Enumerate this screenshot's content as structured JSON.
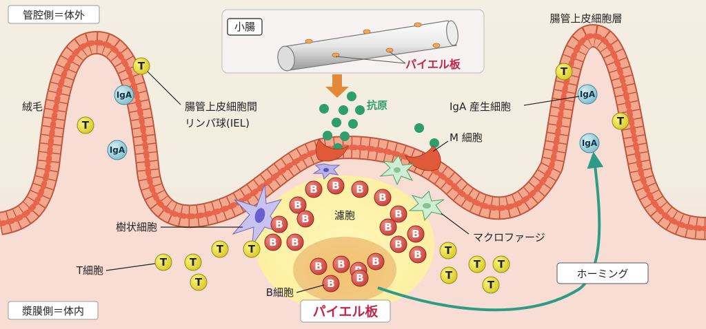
{
  "labels": {
    "lumen_side": "管腔側＝体外",
    "body_side": "漿膜側＝体内",
    "small_intestine": "小腸",
    "peyer_top": "パイエル板",
    "peyer_bottom": "パイエル板",
    "villus": "絨毛",
    "iel_line1": "腸管上皮細胞間",
    "iel_line2": "リンパ球(IEL)",
    "antigen": "抗原",
    "iga_cell": "IgA 産生細胞",
    "m_cell": "M 細胞",
    "epithelium": "腸管上皮細胞層",
    "follicle": "濾胞",
    "dendritic": "樹状細胞",
    "macrophage": "マクロファージ",
    "t_cell": "T細胞",
    "b_cell": "B細胞",
    "homing": "ホーミング"
  },
  "cell_text": {
    "t": "T",
    "b": "B",
    "iga": "IgA"
  },
  "colors": {
    "background_top": "#f4efe2",
    "background_bottom": "#f6ddd6",
    "epithelium": "#f1a58c",
    "t_cell": "#e8dd3c",
    "b_cell": "#d9524a",
    "iga_cell": "#9fd1dc",
    "antigen": "#2e9f6a",
    "follicle": "#fff3a8",
    "arrow_orange": "#e38a3a",
    "homing_arrow": "#2f9b86",
    "peyer_text": "#c4264a"
  }
}
